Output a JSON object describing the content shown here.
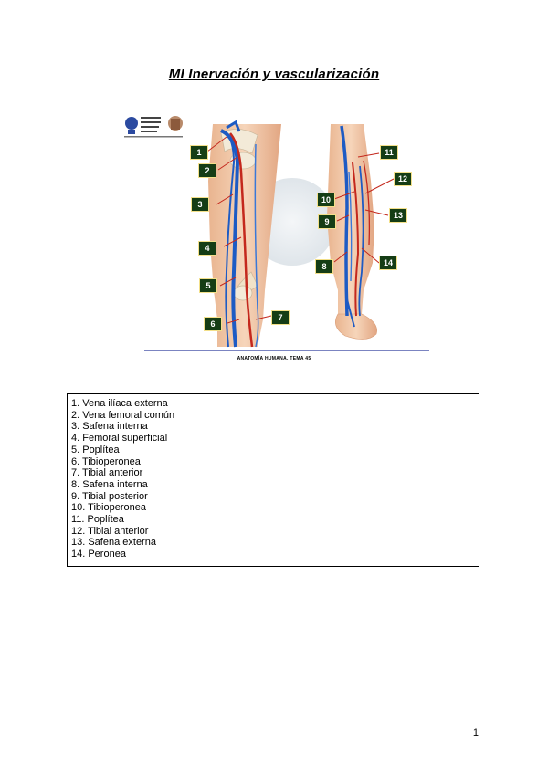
{
  "header": {
    "title": "MI Inervación y vascularización"
  },
  "figure": {
    "caption": "ANATOMÍA HUMANA. TEMA 45",
    "callouts": [
      "1",
      "2",
      "3",
      "4",
      "5",
      "6",
      "7",
      "8",
      "9",
      "10",
      "11",
      "12",
      "13",
      "14"
    ],
    "colors": {
      "tag_bg": "#153d15",
      "tag_border": "#f3e08a",
      "vein": "#1d5bc4",
      "artery": "#c4281d",
      "rule": "#2c3b9c"
    }
  },
  "legend": {
    "items": [
      "1. Vena ilíaca externa",
      "2. Vena femoral común",
      "3. Safena interna",
      "4. Femoral superficial",
      "5. Poplítea",
      "6. Tibioperonea",
      "7. Tibial anterior",
      "8. Safena interna",
      "9. Tibial posterior",
      "10. Tibioperonea",
      "11. Poplítea",
      "12. Tibial anterior",
      "13. Safena externa",
      "14. Peronea"
    ]
  },
  "footer": {
    "page_number": "1"
  }
}
